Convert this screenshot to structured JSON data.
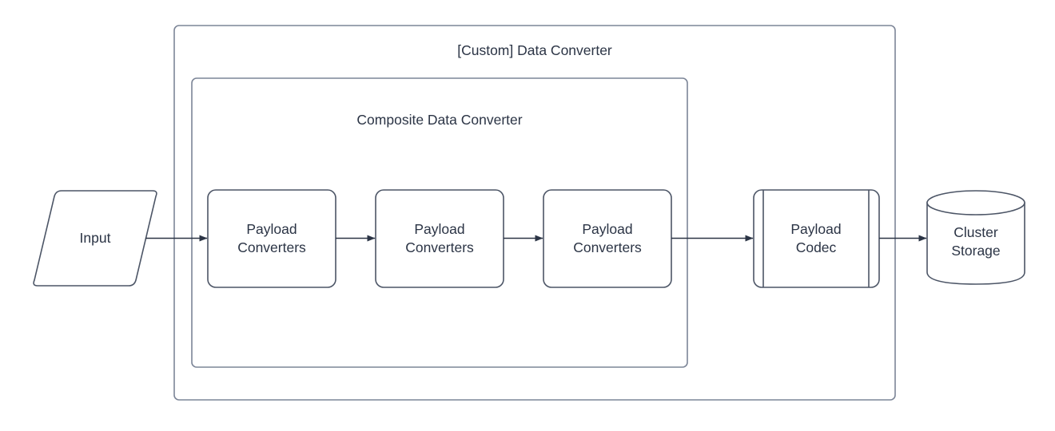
{
  "diagram": {
    "title": "[Custom] Data Converter",
    "colors": {
      "stroke": "#4c5566",
      "container_stroke": "#7c8597",
      "text": "#2b3445",
      "fill": "#ffffff",
      "arrow": "#2b3445"
    },
    "containers": [
      {
        "id": "custom-data-converter",
        "label": "[Custom] Data Converter"
      },
      {
        "id": "composite-data-converter",
        "label": "Composite Data Converter"
      }
    ],
    "nodes": [
      {
        "id": "input",
        "label": "Input",
        "shape": "parallelogram"
      },
      {
        "id": "converter-1",
        "label": "Payload\nConverters",
        "shape": "rounded-rect"
      },
      {
        "id": "converter-2",
        "label": "Payload\nConverters",
        "shape": "rounded-rect"
      },
      {
        "id": "converter-3",
        "label": "Payload\nConverters",
        "shape": "rounded-rect"
      },
      {
        "id": "payload-codec",
        "label": "Payload\nCodec",
        "shape": "subroutine"
      },
      {
        "id": "cluster-storage",
        "label": "Cluster\nStorage",
        "shape": "cylinder"
      }
    ],
    "edges": [
      {
        "id": "edge-input-to-converter-1",
        "from": "input",
        "to": "converter-1",
        "arrowhead": "filled-triangle"
      },
      {
        "id": "edge-converter-1-to-converter-2",
        "from": "converter-1",
        "to": "converter-2",
        "arrowhead": "filled-triangle"
      },
      {
        "id": "edge-converter-2-to-converter-3",
        "from": "converter-2",
        "to": "converter-3",
        "arrowhead": "filled-triangle"
      },
      {
        "id": "edge-converter-3-to-payload-codec",
        "from": "converter-3",
        "to": "payload-codec",
        "arrowhead": "filled-triangle"
      },
      {
        "id": "edge-payload-codec-to-storage",
        "from": "payload-codec",
        "to": "cluster-storage",
        "arrowhead": "filled-triangle"
      }
    ]
  }
}
